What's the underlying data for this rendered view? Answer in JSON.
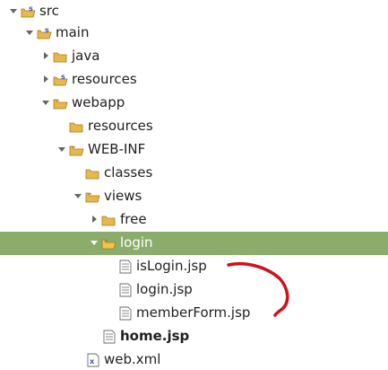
{
  "tree": {
    "items": [
      {
        "label": "src",
        "expanded": true,
        "icon": "source-folder-icon",
        "selected": false
      },
      {
        "label": "main",
        "expanded": true,
        "icon": "source-folder-icon",
        "selected": false
      },
      {
        "label": "java",
        "expanded": false,
        "icon": "folder-icon",
        "selected": false
      },
      {
        "label": "resources",
        "expanded": false,
        "icon": "source-folder-icon",
        "selected": false
      },
      {
        "label": "webapp",
        "expanded": true,
        "icon": "folder-icon",
        "selected": false
      },
      {
        "label": "resources",
        "expanded": false,
        "icon": "folder-icon",
        "selected": false
      },
      {
        "label": "WEB-INF",
        "expanded": true,
        "icon": "folder-icon",
        "selected": false
      },
      {
        "label": "classes",
        "expanded": false,
        "icon": "folder-icon",
        "selected": false
      },
      {
        "label": "views",
        "expanded": true,
        "icon": "folder-icon",
        "selected": false
      },
      {
        "label": "free",
        "expanded": false,
        "icon": "folder-icon",
        "selected": false
      },
      {
        "label": "login",
        "expanded": true,
        "icon": "folder-icon",
        "selected": true
      },
      {
        "label": "isLogin.jsp",
        "icon": "jsp-file-icon",
        "selected": false
      },
      {
        "label": "login.jsp",
        "icon": "jsp-file-icon",
        "selected": false
      },
      {
        "label": "memberForm.jsp",
        "icon": "jsp-file-icon",
        "selected": false
      },
      {
        "label": "home.jsp",
        "icon": "jsp-file-icon",
        "selected": false,
        "bold": true
      },
      {
        "label": "web.xml",
        "icon": "xml-file-icon",
        "selected": false
      }
    ]
  },
  "colors": {
    "selection": "#8cac6b",
    "folder": "#e8b84b",
    "annotation": "#d0101a"
  }
}
